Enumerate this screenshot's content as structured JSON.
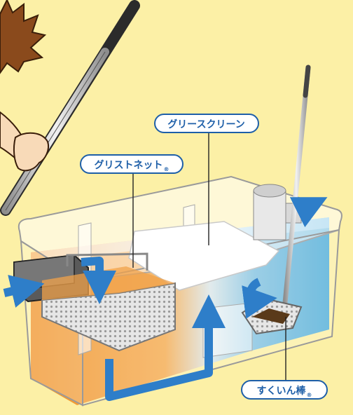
{
  "labels": {
    "grease_screen": {
      "text": "グリースクリーン",
      "mark": ""
    },
    "grist_net": {
      "text": "グリストネット",
      "mark": "®"
    },
    "sukuin_rod": {
      "text": "すくいん棒",
      "mark": "®"
    }
  },
  "colors": {
    "background": "#fcf0a6",
    "label_border": "#1e5fa8",
    "label_text": "#1e5fa8",
    "flow_arrow": "#2e7ec9",
    "grease_orange": "#ef8a1c",
    "clean_water": "#45a9dc",
    "hair": "#8a4a1c",
    "skin": "#f8dab8"
  }
}
